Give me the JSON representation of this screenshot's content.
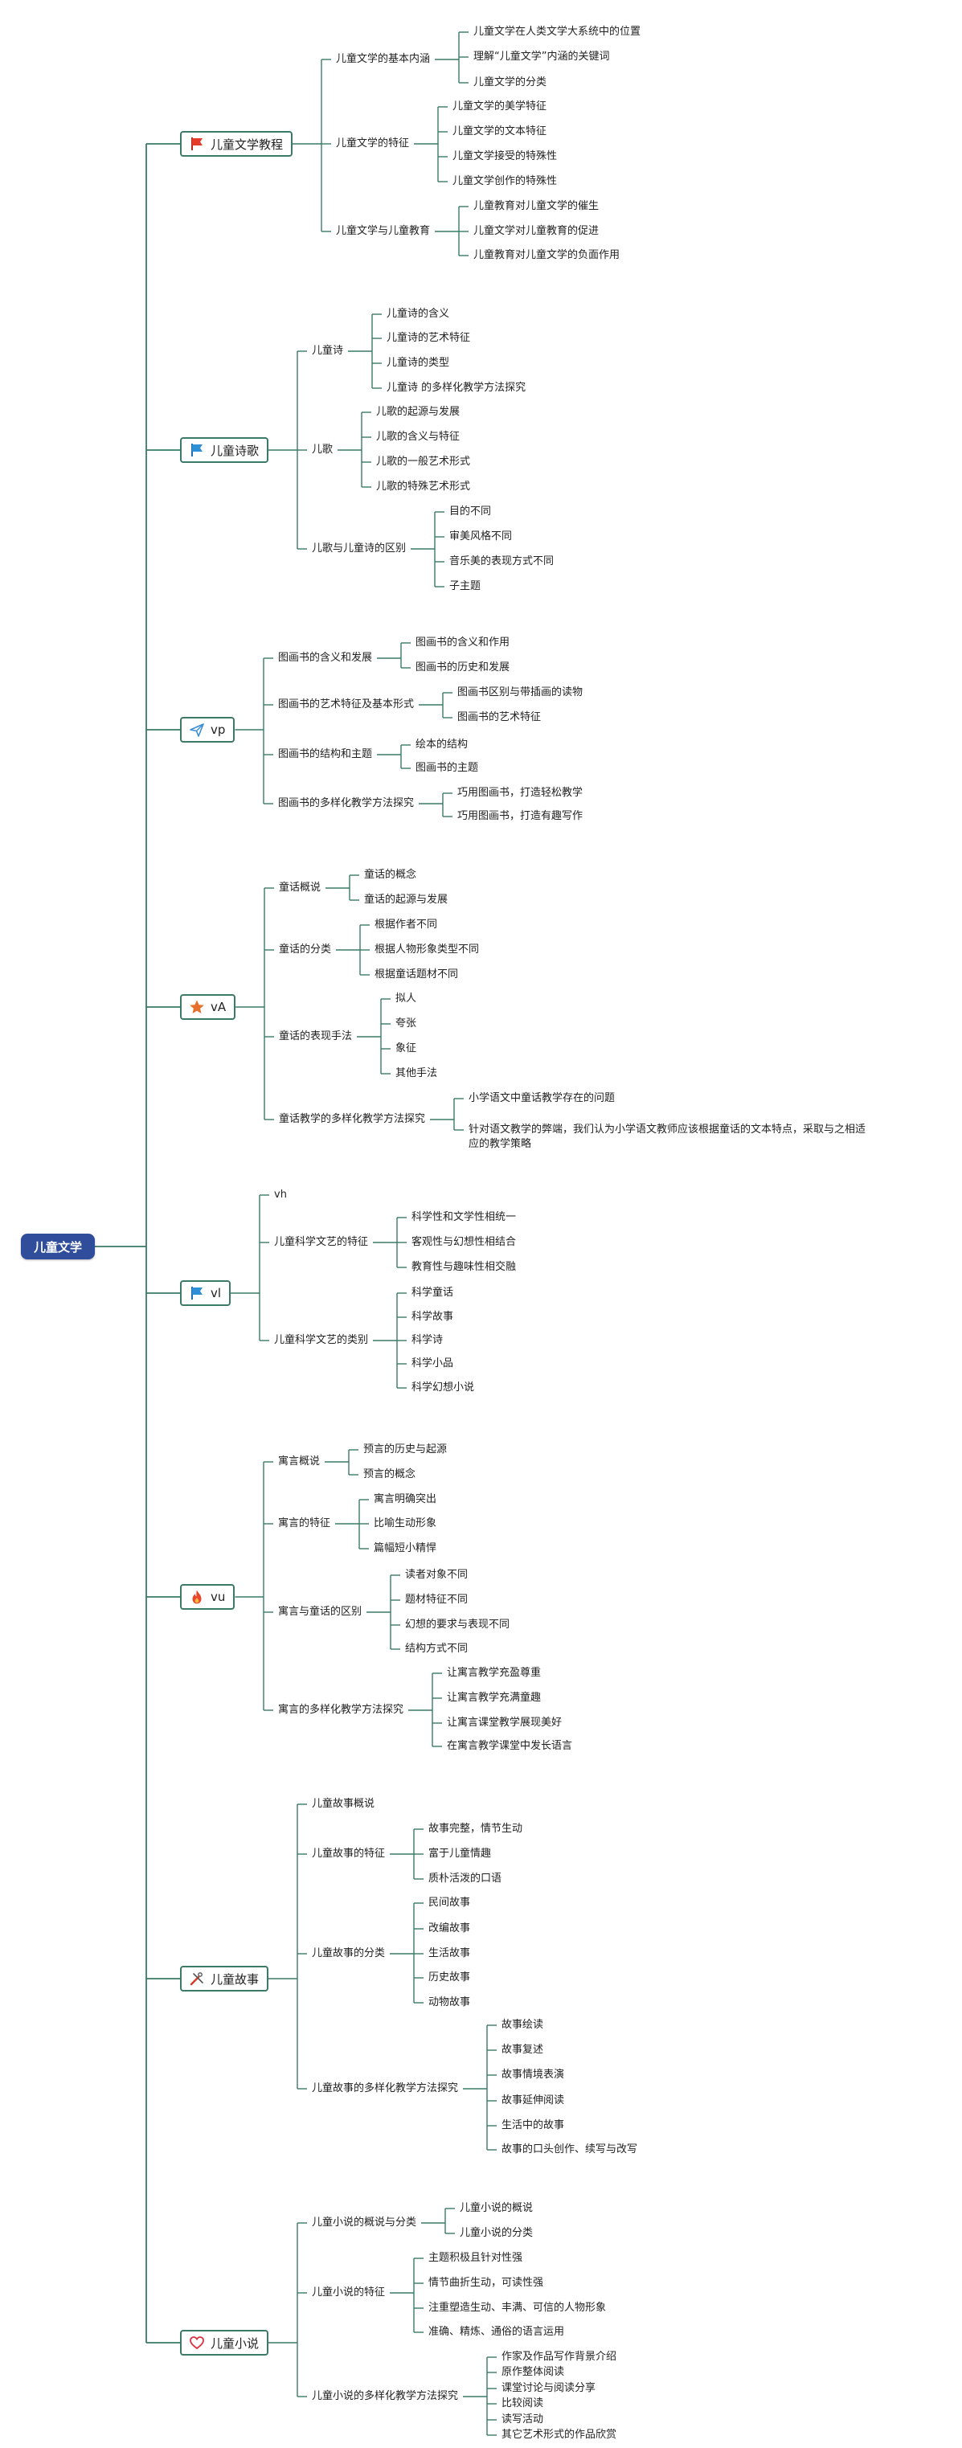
{
  "root": "儿童文学",
  "line_color": "#3a7a66",
  "branches": [
    {
      "id": "b1",
      "label": "儿童文学教程",
      "icon": "red-flag-icon",
      "children": [
        {
          "label": "儿童文学的基本内涵",
          "children": [
            "儿童文学在人类文学大系统中的位置",
            "理解“儿童文学”内涵的关键词",
            "儿童文学的分类"
          ]
        },
        {
          "label": "儿童文学的特征",
          "children": [
            "儿童文学的美学特征",
            "儿童文学的文本特征",
            "儿童文学接受的特殊性",
            "儿童文学创作的特殊性"
          ]
        },
        {
          "label": "儿童文学与儿童教育",
          "children": [
            "儿童教育对儿童文学的催生",
            "儿童文学对儿童教育的促进",
            "儿童教育对儿童文学的负面作用"
          ]
        }
      ]
    },
    {
      "id": "b2",
      "label": "儿童诗歌",
      "icon": "blue-flag-icon",
      "children": [
        {
          "label": "儿童诗",
          "children": [
            "儿童诗的含义",
            "儿童诗的艺术特征",
            "儿童诗的类型",
            "儿童诗 的多样化教学方法探究"
          ]
        },
        {
          "label": "儿歌",
          "children": [
            "儿歌的起源与发展",
            "儿歌的含义与特征",
            "儿歌的一般艺术形式",
            "儿歌的特殊艺术形式"
          ]
        },
        {
          "label": "儿歌与儿童诗的区别",
          "children": [
            "目的不同",
            "审美风格不同",
            "音乐美的表现方式不同",
            "子主题"
          ]
        }
      ]
    },
    {
      "id": "b3",
      "label": "vp",
      "icon": "paper-plane-icon",
      "children": [
        {
          "label": "图画书的含义和发展",
          "children": [
            "图画书的含义和作用",
            "图画书的历史和发展"
          ]
        },
        {
          "label": "图画书的艺术特征及基本形式",
          "children": [
            "图画书区别与带插画的读物",
            "图画书的艺术特征"
          ]
        },
        {
          "label": "图画书的结构和主题",
          "children": [
            "绘本的结构",
            "图画书的主题"
          ]
        },
        {
          "label": "图画书的多样化教学方法探究",
          "children": [
            "巧用图画书，打造轻松教学",
            "巧用图画书，打造有趣写作"
          ]
        }
      ]
    },
    {
      "id": "b4",
      "label": "vA",
      "icon": "star-icon",
      "children": [
        {
          "label": "童话概说",
          "children": [
            "童话的概念",
            "童话的起源与发展"
          ]
        },
        {
          "label": "童话的分类",
          "children": [
            "根据作者不同",
            "根据人物形象类型不同",
            "根据童话题材不同"
          ]
        },
        {
          "label": "童话的表现手法",
          "children": [
            "拟人",
            "夸张",
            "象征",
            "其他手法"
          ]
        },
        {
          "label": "童话教学的多样化教学方法探究",
          "children": [
            "小学语文中童话教学存在的问题",
            "针对语文教学的弊端，我们认为小学语文教师应该根据童话的文本特点，采取与之相适应的教学策略"
          ]
        }
      ]
    },
    {
      "id": "b5",
      "label": "vl",
      "icon": "blue-flag-icon",
      "children": [
        {
          "label": "vh",
          "children": []
        },
        {
          "label": "儿童科学文艺的特征",
          "children": [
            "科学性和文学性相统一",
            "客观性与幻想性相结合",
            "教育性与趣味性相交融"
          ]
        },
        {
          "label": "儿童科学文艺的类别",
          "children": [
            "科学童话",
            "科学故事",
            "科学诗",
            "科学小品",
            "科学幻想小说"
          ]
        }
      ]
    },
    {
      "id": "b6",
      "label": "vu",
      "icon": "flame-icon",
      "children": [
        {
          "label": "寓言概说",
          "children": [
            "预言的历史与起源",
            "预言的概念"
          ]
        },
        {
          "label": "寓言的特征",
          "children": [
            "寓言明确突出",
            "比喻生动形象",
            "篇幅短小精悍"
          ]
        },
        {
          "label": "寓言与童话的区别",
          "children": [
            "读者对象不同",
            "题材特征不同",
            "幻想的要求与表现不同",
            "结构方式不同"
          ]
        },
        {
          "label": "寓言的多样化教学方法探究",
          "children": [
            "让寓言教学充盈尊重",
            "让寓言教学充满童趣",
            "让寓言课堂教学展现美好",
            "在寓言教学课堂中发长语言"
          ]
        }
      ]
    },
    {
      "id": "b7",
      "label": "儿童故事",
      "icon": "tools-icon",
      "children": [
        {
          "label": "儿童故事概说",
          "children": []
        },
        {
          "label": "儿童故事的特征",
          "children": [
            "故事完整，情节生动",
            "富于儿童情趣",
            "质朴活泼的口语"
          ]
        },
        {
          "label": "儿童故事的分类",
          "children": [
            "民间故事",
            "改编故事",
            "生活故事",
            "历史故事",
            "动物故事"
          ]
        },
        {
          "label": "儿童故事的多样化教学方法探究",
          "children": [
            "故事绘读",
            "故事复述",
            "故事情境表演",
            "故事延伸阅读",
            "生活中的故事",
            "故事的口头创作、续写与改写"
          ]
        }
      ]
    },
    {
      "id": "b8",
      "label": "儿童小说",
      "icon": "heart-icon",
      "children": [
        {
          "label": "儿童小说的概说与分类",
          "children": [
            "儿童小说的概说",
            "儿童小说的分类"
          ]
        },
        {
          "label": "儿童小说的特征",
          "children": [
            "主题积极且针对性强",
            "情节曲折生动，可读性强",
            "注重塑造生动、丰满、可信的人物形象",
            "准确、精炼、通俗的语言运用"
          ]
        },
        {
          "label": "儿童小说的多样化教学方法探究",
          "children": [
            "作家及作品写作背景介绍",
            "原作整体阅读",
            "课堂讨论与阅读分享",
            "比较阅读",
            "读写活动",
            "其它艺术形式的作品欣赏"
          ]
        }
      ]
    }
  ]
}
